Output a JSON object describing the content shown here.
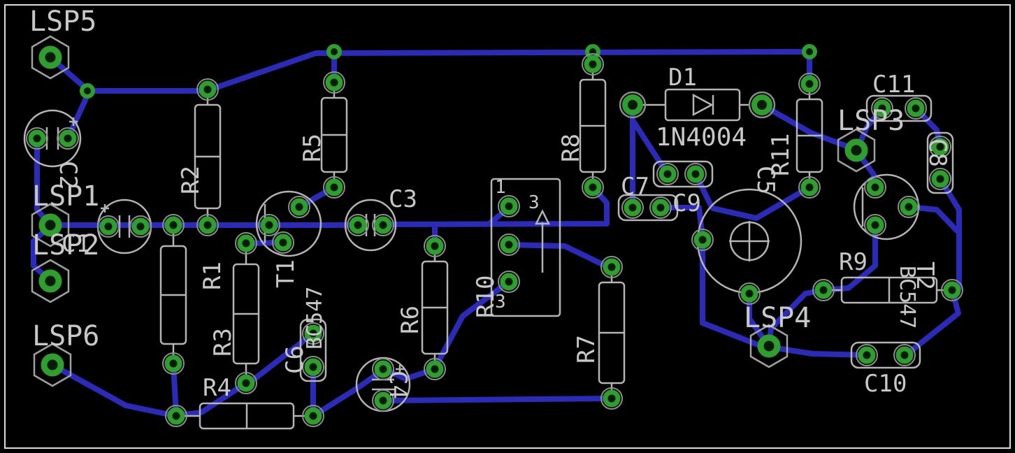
{
  "board": {
    "type": "pcb-layout-canvas",
    "colors": {
      "background": "#000000",
      "trace_bottom_layer": "#2b2bb8",
      "pad_green": "#2f9e2f",
      "silkscreen": "#b4b4b4",
      "label_text": "#c8c8c8",
      "frame": "#dcdcdc"
    }
  },
  "text": {
    "lsp1": "LSP1",
    "lsp2": "LSP2",
    "lsp3": "LSP3",
    "lsp4": "LSP4",
    "lsp5": "LSP5",
    "lsp6": "LSP6",
    "r1": "R1",
    "r2": "R2",
    "r3": "R3",
    "r4": "R4",
    "r5": "R5",
    "r6": "R6",
    "r7": "R7",
    "r8": "R8",
    "r9": "R9",
    "r10": "R10",
    "r11": "R11",
    "c1": "C1",
    "c2": "C2",
    "c3": "C3",
    "c4": "C4",
    "c5": "C5",
    "c6": "C6",
    "c7": "C7",
    "c8": "C8",
    "c9": "C9",
    "c10": "C10",
    "c11": "C11",
    "t1": "T1",
    "t1_value": "BC547",
    "t2": "T2",
    "t2_value": "BC547",
    "d1": "D1",
    "d1_value": "1N4004",
    "r10_pin1": "1",
    "r10_pin3_right": "3",
    "r10_pin3_bottom": "3"
  },
  "components": {
    "solder_pads": [
      "LSP1",
      "LSP2",
      "LSP3",
      "LSP4",
      "LSP5",
      "LSP6"
    ],
    "resistors": [
      "R1",
      "R2",
      "R3",
      "R4",
      "R5",
      "R6",
      "R7",
      "R8",
      "R9",
      "R10",
      "R11"
    ],
    "capacitors": [
      "C1",
      "C2",
      "C3",
      "C4",
      "C5",
      "C6",
      "C7",
      "C8",
      "C9",
      "C10",
      "C11"
    ],
    "transistors": [
      {
        "ref": "T1",
        "value": "BC547"
      },
      {
        "ref": "T2",
        "value": "BC547"
      }
    ],
    "diodes": [
      {
        "ref": "D1",
        "value": "1N4004"
      }
    ]
  }
}
